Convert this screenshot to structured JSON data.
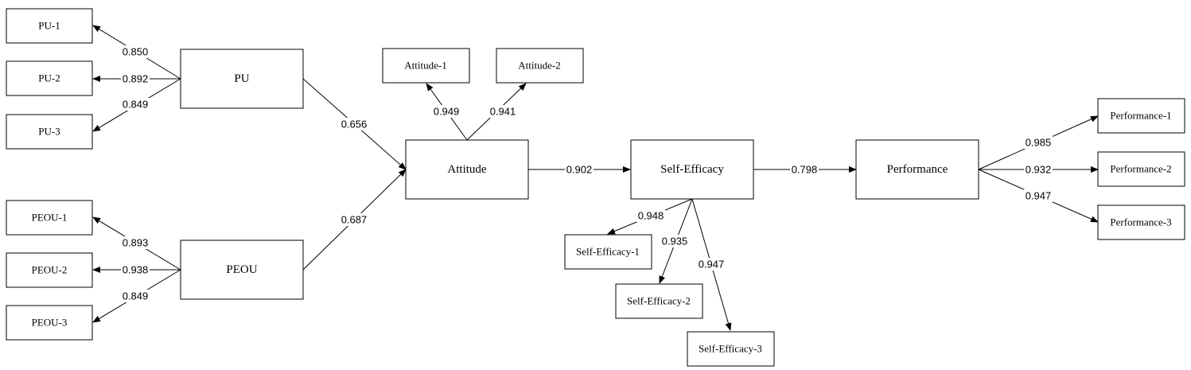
{
  "constructs": {
    "pu": "PU",
    "peou": "PEOU",
    "attitude": "Attitude",
    "self_efficacy": "Self-Efficacy",
    "performance": "Performance"
  },
  "indicators": {
    "pu_1": "PU-1",
    "pu_2": "PU-2",
    "pu_3": "PU-3",
    "peou_1": "PEOU-1",
    "peou_2": "PEOU-2",
    "peou_3": "PEOU-3",
    "attitude_1": "Attitude-1",
    "attitude_2": "Attitude-2",
    "self_efficacy_1": "Self-Efficacy-1",
    "self_efficacy_2": "Self-Efficacy-2",
    "self_efficacy_3": "Self-Efficacy-3",
    "performance_1": "Performance-1",
    "performance_2": "Performance-2",
    "performance_3": "Performance-3"
  },
  "loadings": {
    "pu_1": "0.850",
    "pu_2": "0.892",
    "pu_3": "0.849",
    "peou_1": "0.893",
    "peou_2": "0.938",
    "peou_3": "0.849",
    "attitude_1": "0.949",
    "attitude_2": "0.941",
    "self_efficacy_1": "0.948",
    "self_efficacy_2": "0.935",
    "self_efficacy_3": "0.947",
    "performance_1": "0.985",
    "performance_2": "0.932",
    "performance_3": "0.947"
  },
  "paths": {
    "pu_attitude": "0.656",
    "peou_attitude": "0.687",
    "attitude_self_efficacy": "0.902",
    "self_efficacy_performance": "0.798"
  }
}
